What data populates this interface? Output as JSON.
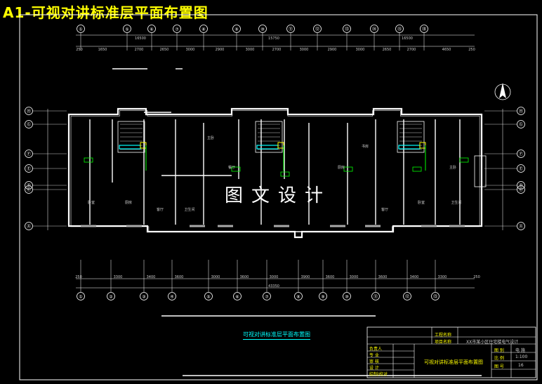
{
  "title": "A1-可视对讲标准层平面布置图",
  "watermark": "图文设计",
  "drawing_caption": "可视对讲标准层平面布置图",
  "top_axes": [
    "①",
    "⑤",
    "⑥",
    "⑦",
    "⑧",
    "⑨",
    "⑩",
    "⑪",
    "⑫",
    "⑬",
    "⑭",
    "⑮",
    "⑱"
  ],
  "top_dims": [
    "250",
    "1650",
    "2700",
    "2650",
    "3000",
    "2900",
    "3000",
    "2700",
    "3000",
    "2900",
    "3000",
    "2650",
    "2700",
    "4650",
    "250"
  ],
  "top_totals": [
    "16500",
    "15750",
    "16500"
  ],
  "bottom_axes": [
    "①",
    "②",
    "③",
    "④",
    "⑤",
    "⑥",
    "⑦",
    "⑧",
    "⑨",
    "⑩",
    "⑪",
    "⑫",
    "⑬"
  ],
  "bottom_dims": [
    "250",
    "3300",
    "3400",
    "3600",
    "3000",
    "3600",
    "3000",
    "3900",
    "3600",
    "3000",
    "3600",
    "3400",
    "3300",
    "250"
  ],
  "bottom_total": "43350",
  "left_axes": [
    "Ⓗ",
    "Ⓖ",
    "Ⓕ",
    "Ⓔ",
    "Ⓓ",
    "Ⓒ",
    "Ⓐ"
  ],
  "room_labels": [
    "卧室",
    "厨房",
    "客厅",
    "卫生间",
    "餐厅",
    "主卧",
    "书房",
    "厨房",
    "客厅",
    "卧室",
    "卫生间",
    "主卧"
  ],
  "title_block": {
    "project_name_label": "工程名称",
    "project_label": "项目名称",
    "project_value": "XX市某小区住宅楼电气设计",
    "rows": [
      "负责人",
      "专 业",
      "审 核",
      "设 计",
      "绘制/校对"
    ],
    "drawing_name": "可视对讲标准层平面布置图",
    "right_labels": [
      "图 别",
      "比 例",
      "图 号"
    ],
    "right_values": [
      "电 施",
      "1:100",
      "16"
    ]
  }
}
